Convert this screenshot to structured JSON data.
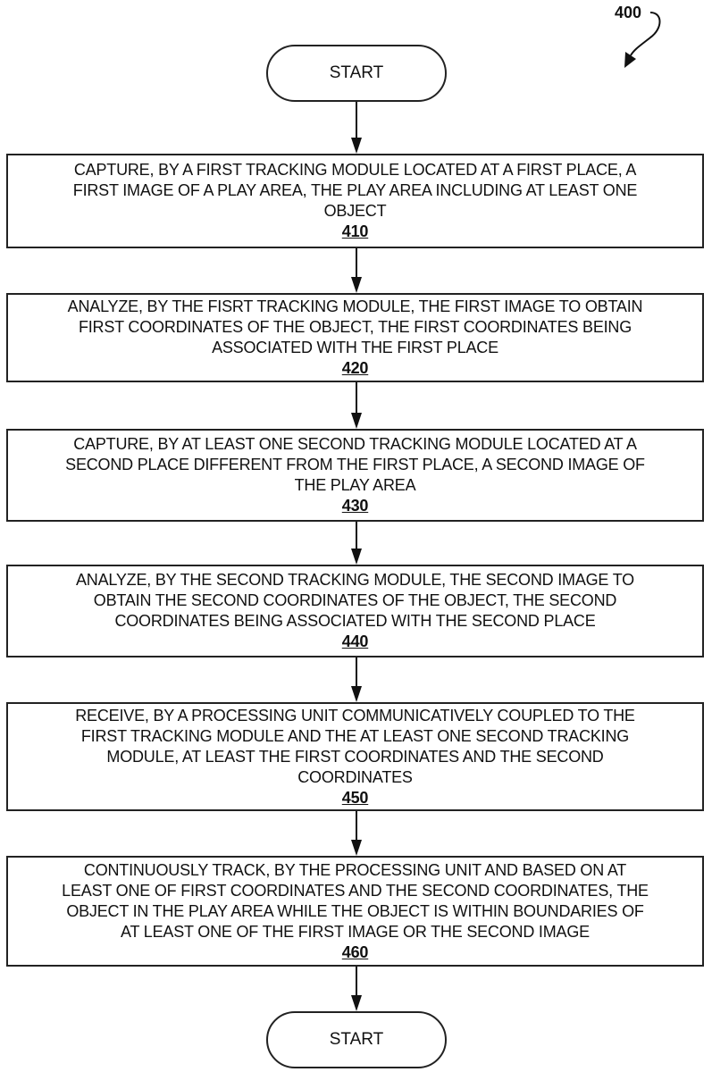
{
  "figure_label": "400",
  "start_label": "START",
  "end_label": "START",
  "steps": [
    {
      "lines": [
        "CAPTURE, BY A FIRST TRACKING MODULE LOCATED AT A FIRST PLACE, A",
        "FIRST IMAGE OF A PLAY AREA, THE PLAY AREA INCLUDING AT LEAST ONE",
        "OBJECT"
      ],
      "ref": "410"
    },
    {
      "lines": [
        "ANALYZE, BY THE FISRT TRACKING MODULE, THE FIRST IMAGE TO OBTAIN",
        "FIRST COORDINATES OF THE OBJECT, THE FIRST COORDINATES BEING",
        "ASSOCIATED WITH THE FIRST PLACE"
      ],
      "ref": "420"
    },
    {
      "lines": [
        "CAPTURE, BY AT LEAST ONE SECOND TRACKING MODULE LOCATED AT A",
        "SECOND PLACE DIFFERENT FROM THE FIRST PLACE, A SECOND IMAGE OF",
        "THE PLAY AREA"
      ],
      "ref": "430"
    },
    {
      "lines": [
        "ANALYZE, BY THE SECOND TRACKING MODULE, THE SECOND IMAGE TO",
        "OBTAIN THE SECOND COORDINATES OF THE OBJECT, THE SECOND",
        "COORDINATES BEING ASSOCIATED WITH THE SECOND PLACE"
      ],
      "ref": "440"
    },
    {
      "lines": [
        "RECEIVE, BY A PROCESSING UNIT COMMUNICATIVELY COUPLED TO THE",
        "FIRST TRACKING MODULE AND THE AT LEAST ONE SECOND TRACKING",
        "MODULE, AT LEAST THE FIRST COORDINATES AND THE SECOND",
        "COORDINATES"
      ],
      "ref": "450"
    },
    {
      "lines": [
        "CONTINUOUSLY TRACK, BY THE PROCESSING UNIT AND BASED ON AT",
        "LEAST ONE OF FIRST COORDINATES AND THE SECOND COORDINATES, THE",
        "OBJECT IN THE PLAY AREA WHILE THE OBJECT IS WITHIN BOUNDARIES OF",
        "AT LEAST ONE OF THE FIRST IMAGE OR THE SECOND IMAGE"
      ],
      "ref": "460"
    }
  ]
}
